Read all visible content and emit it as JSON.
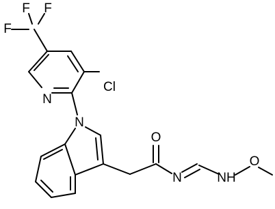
{
  "molecule": {
    "atom_labels": {
      "f_top_left": "F",
      "f_top_right": "F",
      "f_left": "F",
      "chlorine": "Cl",
      "pyridine_n": "N",
      "indole_n": "N",
      "carbonyl_o": "O",
      "imine_n": "N",
      "nh": "NH",
      "methoxy_o": "O"
    },
    "colors": {
      "bond": "#000000",
      "text": "#000000",
      "background": "#ffffff"
    }
  }
}
